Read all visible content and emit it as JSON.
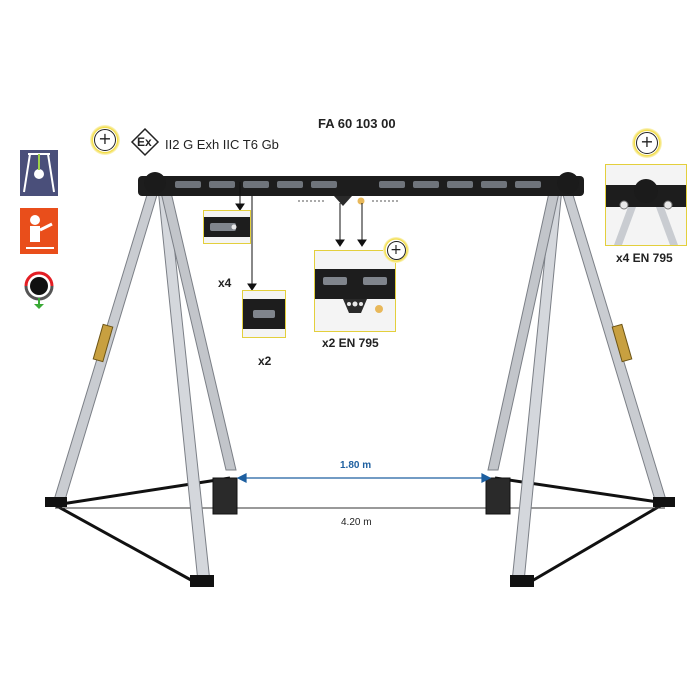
{
  "product": {
    "reference": "FA 60 103 00",
    "atex_symbol": "Ex",
    "atex_marking": "II2 G Exh IIC T6 Gb"
  },
  "callouts": {
    "top_anchor_qty": "x4",
    "low_anchor_qty": "x2",
    "center_anchor": "x2 EN 795",
    "leg_anchor": "x4 EN 795"
  },
  "dimensions": {
    "inner_span": "1.80 m",
    "outer_span": "4.20 m"
  },
  "badges": {
    "option_symbol": "+"
  },
  "side_icons": [
    "rescue-pictogram-icon",
    "work-at-height-pictogram-icon",
    "fall-arrest-device-icon"
  ],
  "colors": {
    "frame": "#1d1d1d",
    "legs": "#c9ccd1",
    "badge_ring": "#f1da3a",
    "inset_border": "#e3cf3c",
    "dimension_blue": "#1d5fa0",
    "icon_orange": "#e94e1b"
  }
}
